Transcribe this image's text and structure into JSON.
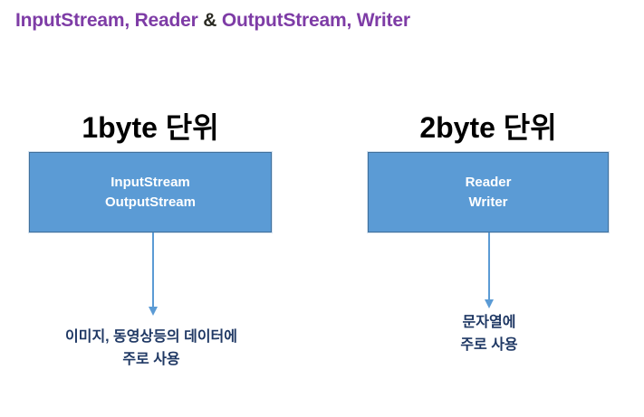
{
  "slide": {
    "title": {
      "part1": "InputStream, Reader ",
      "amp": "&",
      "part2": " OutputStream, Writer"
    },
    "colors": {
      "title_purple": "#7E3CA6",
      "amp_dark": "#2A2A22",
      "box_fill": "#5B9BD5",
      "box_border": "#41719C",
      "box_outer_glow": "#D6E3F0",
      "arrow": "#5B9BD5",
      "caption_text": "#1F3864",
      "heading_text": "#000000",
      "box_text": "#FFFFFF",
      "background": "#FFFFFF"
    },
    "columns": [
      {
        "id": "left",
        "heading": "1byte 단위",
        "box": {
          "lines": [
            "InputStream",
            "OutputStream"
          ]
        },
        "arrow": "down-arrow",
        "caption": {
          "lines": [
            "이미지, 동영상등의 데이터에",
            "주로 사용"
          ]
        }
      },
      {
        "id": "right",
        "heading": "2byte 단위",
        "box": {
          "lines": [
            "Reader",
            "Writer"
          ]
        },
        "arrow": "down-arrow",
        "caption": {
          "lines": [
            "문자열에",
            "주로 사용"
          ]
        }
      }
    ]
  }
}
